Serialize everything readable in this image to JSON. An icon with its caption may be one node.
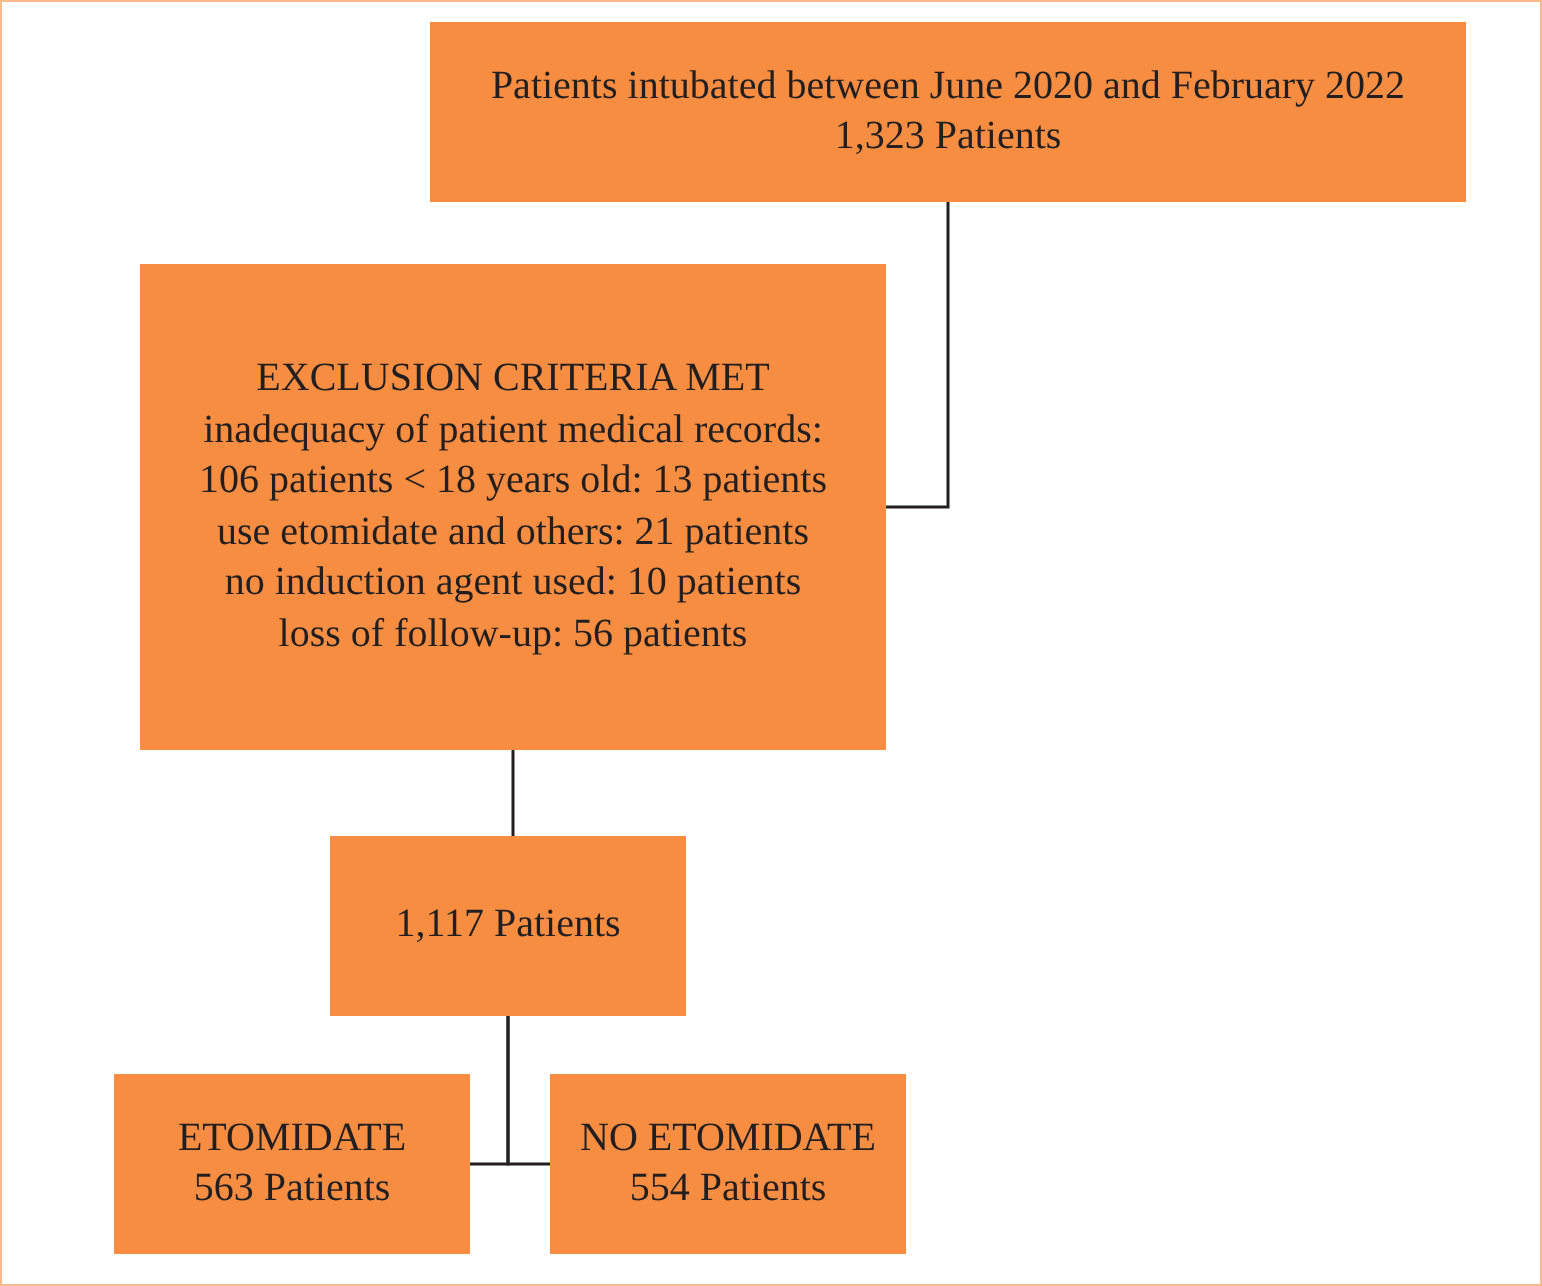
{
  "diagram": {
    "nodes": [
      {
        "text": [
          "Patients intubated between June 2020 and February 2022",
          "1,323 Patients"
        ]
      },
      {
        "text": [
          "EXCLUSION CRITERIA MET",
          "inadequacy of patient medical records: 106 patients < 18 years old: 13 patients use etomidate and others: 21 patients no induction agent used: 10 patients loss of follow-up: 56 patients"
        ]
      },
      {
        "text": [
          "1,117 Patients"
        ]
      },
      {
        "text": [
          "ETOMIDATE",
          "563 Patients"
        ]
      },
      {
        "text": [
          "NO ETOMIDATE",
          "554 Patients"
        ]
      }
    ],
    "edges": [
      {
        "from": 0,
        "to": 1,
        "arrow": "none"
      },
      {
        "from": 1,
        "to": 2,
        "arrow": "none"
      },
      {
        "from": 2,
        "to": 3,
        "arrow": "none"
      },
      {
        "from": 2,
        "to": 4,
        "arrow": "none"
      }
    ]
  }
}
